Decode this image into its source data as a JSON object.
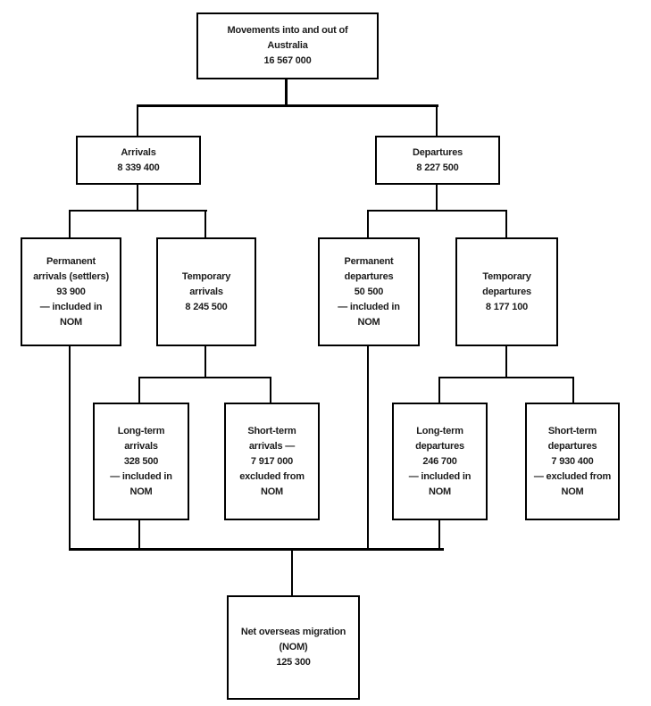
{
  "diagram": {
    "nodes": {
      "root": {
        "lines": [
          "Movements into and out of",
          "Australia",
          "16 567 000"
        ]
      },
      "arrivals": {
        "lines": [
          "Arrivals",
          "8 339 400"
        ]
      },
      "departures": {
        "lines": [
          "Departures",
          "8 227 500"
        ]
      },
      "permanent_arrivals": {
        "lines": [
          "Permanent",
          "arrivals (settlers)",
          "93 900",
          "— included in",
          "NOM"
        ]
      },
      "temporary_arrivals": {
        "lines": [
          "Temporary",
          "arrivals",
          "8 245 500"
        ]
      },
      "permanent_departures": {
        "lines": [
          "Permanent",
          "departures",
          "50 500",
          "— included in",
          "NOM"
        ]
      },
      "temporary_departures": {
        "lines": [
          "Temporary",
          "departures",
          "8 177 100"
        ]
      },
      "long_term_arrivals": {
        "lines": [
          "Long-term",
          "arrivals",
          "328 500",
          "— included in",
          "NOM"
        ]
      },
      "short_term_arrivals": {
        "lines": [
          "Short-term",
          "arrivals —",
          "7 917 000",
          "excluded from",
          "NOM"
        ]
      },
      "long_term_departures": {
        "lines": [
          "Long-term",
          "departures",
          "246 700",
          "— included in",
          "NOM"
        ]
      },
      "short_term_departures": {
        "lines": [
          "Short-term",
          "departures",
          "7 930 400",
          "— excluded from",
          "NOM"
        ]
      },
      "nom": {
        "lines": [
          "Net overseas migration",
          "(NOM)",
          "125 300"
        ]
      }
    },
    "colors": {
      "line": "#000000",
      "box_border": "#000000",
      "text": "#1c1c1c",
      "background": "#ffffff"
    }
  }
}
